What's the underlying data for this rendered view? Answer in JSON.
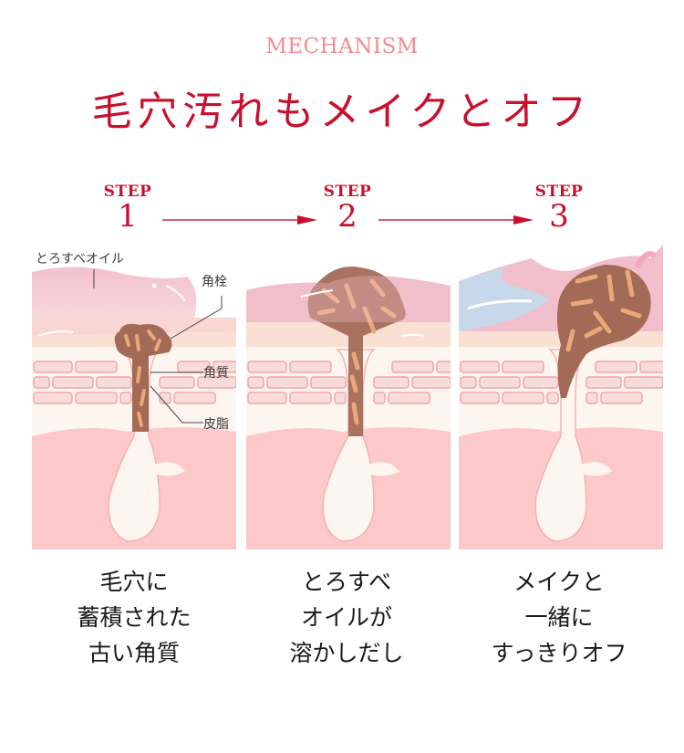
{
  "header": {
    "eyebrow": "MECHANISM",
    "title": "毛穴汚れもメイクとオフ"
  },
  "steps": [
    {
      "label": "STEP",
      "number": "1"
    },
    {
      "label": "STEP",
      "number": "2"
    },
    {
      "label": "STEP",
      "number": "3"
    }
  ],
  "panel1_callouts": {
    "oil": "とろすべオイル",
    "plug": "角栓",
    "keratin": "角質",
    "sebum": "皮脂"
  },
  "captions": [
    {
      "lines": [
        "毛穴に",
        "蓄積された",
        "古い角質"
      ]
    },
    {
      "lines": [
        "とろすべ",
        "オイルが",
        "溶かしだし"
      ]
    },
    {
      "lines": [
        "メイクと",
        "一緒に",
        "すっきりオフ"
      ]
    }
  ],
  "colors": {
    "accent_red": "#c8102e",
    "eyebrow_pink": "#f58a90",
    "arrow_line": "#d9606f",
    "skin_deep": "#fcc8ca",
    "skin_light": "#fdf5f0",
    "oil_pink": "#f1bfcc",
    "plug_brown": "#a46a58",
    "keratin_tan": "#e8a878",
    "water_blue": "#bfdcf0"
  }
}
